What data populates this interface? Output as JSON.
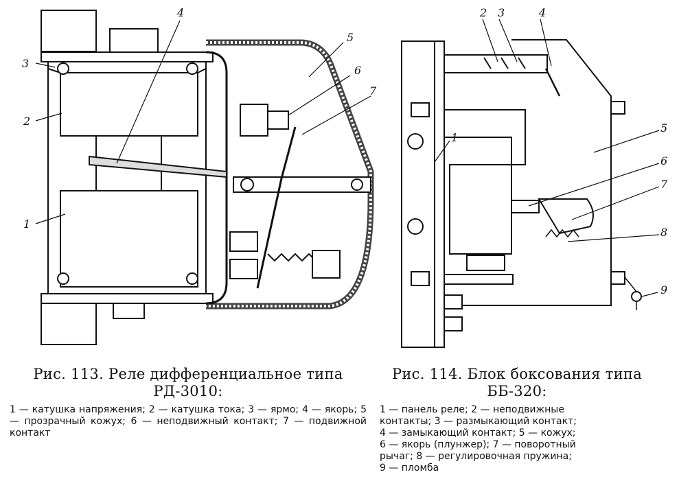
{
  "figure_left": {
    "caption_title": "Рис. 113. Реле дифференциальное типа РД-3010:",
    "legend": "1 — катушка напряжения; 2 — катушка тока; 3 — ярмо; 4 — якорь; 5 — прозрачный кожух; 6 — неподвижный контакт; 7 — подвижной контакт",
    "callouts": [
      "1",
      "2",
      "3",
      "4",
      "5",
      "6",
      "7"
    ]
  },
  "figure_right": {
    "caption_title": "Рис. 114. Блок боксования типа ББ-320:",
    "legend_lines": [
      "1 — панель реле; 2 — неподвижные",
      "контакты; 3 — размыкающий контакт;",
      "4 — замыкающий контакт; 5 — кожух;",
      "6 — якорь (плунжер); 7 — поворотный",
      "рычаг; 8 — регулировочная пружина;",
      "9 — пломба"
    ],
    "callouts": [
      "1",
      "2",
      "3",
      "4",
      "5",
      "6",
      "7",
      "8",
      "9"
    ]
  }
}
